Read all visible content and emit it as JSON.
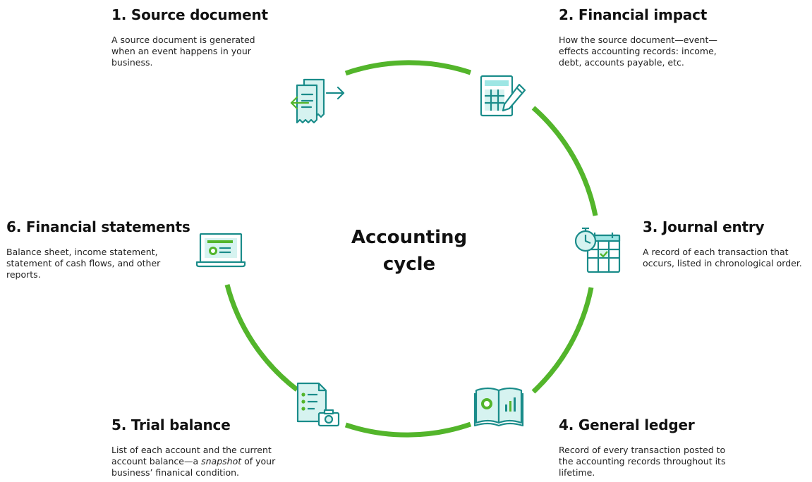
{
  "center": {
    "line1": "Accounting",
    "line2": "cycle"
  },
  "steps": [
    {
      "title": "1. Source document",
      "description": "A source document is generated when an event happens in your business.",
      "icon": "document-exchange-icon"
    },
    {
      "title": "2. Financial impact",
      "description": "How the source document—event—effects accounting records: income, debt, accounts payable, etc.",
      "icon": "calculator-pencil-icon"
    },
    {
      "title": "3. Journal entry",
      "description": "A record of each transaction that occurs, listed in chronological order.",
      "icon": "stopwatch-calendar-icon"
    },
    {
      "title": "4. General ledger",
      "description": "Record of every transaction posted to the accounting records throughout its lifetime.",
      "icon": "open-ledger-book-icon"
    },
    {
      "title": "5. Trial balance",
      "description_before": "List of each account and the current account balance—a ",
      "description_em": "snapshot",
      "description_after": " of your business’ finanical condition.",
      "icon": "checklist-camera-icon"
    },
    {
      "title": "6. Financial statements",
      "description": "Balance sheet, income statement, statement of cash flows, and other reports.",
      "icon": "laptop-report-icon"
    }
  ],
  "colors": {
    "accent_green": "#53b52b",
    "icon_teal": "#1a8c8a",
    "icon_fill": "#d6f3f0",
    "text": "#1c1c1c"
  }
}
